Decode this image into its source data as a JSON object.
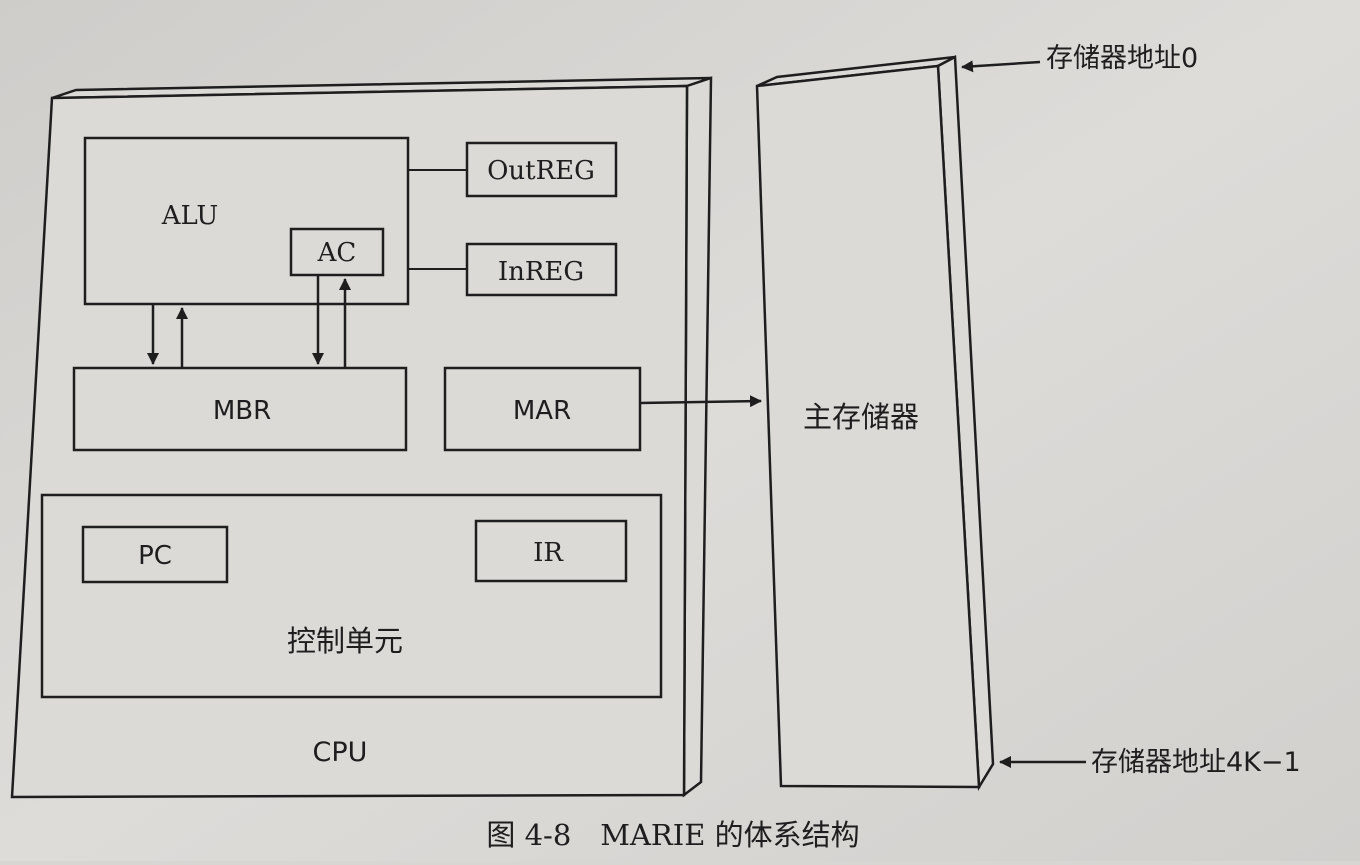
{
  "diagram": {
    "cpu_label": "CPU",
    "alu_label": "ALU",
    "ac_label": "AC",
    "outreg_label": "OutREG",
    "inreg_label": "InREG",
    "mbr_label": "MBR",
    "mar_label": "MAR",
    "pc_label": "PC",
    "ir_label": "IR",
    "control_unit_label": "控制单元",
    "main_memory_label": "主存储器",
    "memory_address_start_label": "存储器地址0",
    "memory_address_end_label": "存储器地址4K−1"
  },
  "caption": "图 4-8　MARIE 的体系结构",
  "colors": {
    "paper": "#d8d6d3",
    "box_fill": "#dcdad7",
    "ink": "#1e1e1e"
  }
}
